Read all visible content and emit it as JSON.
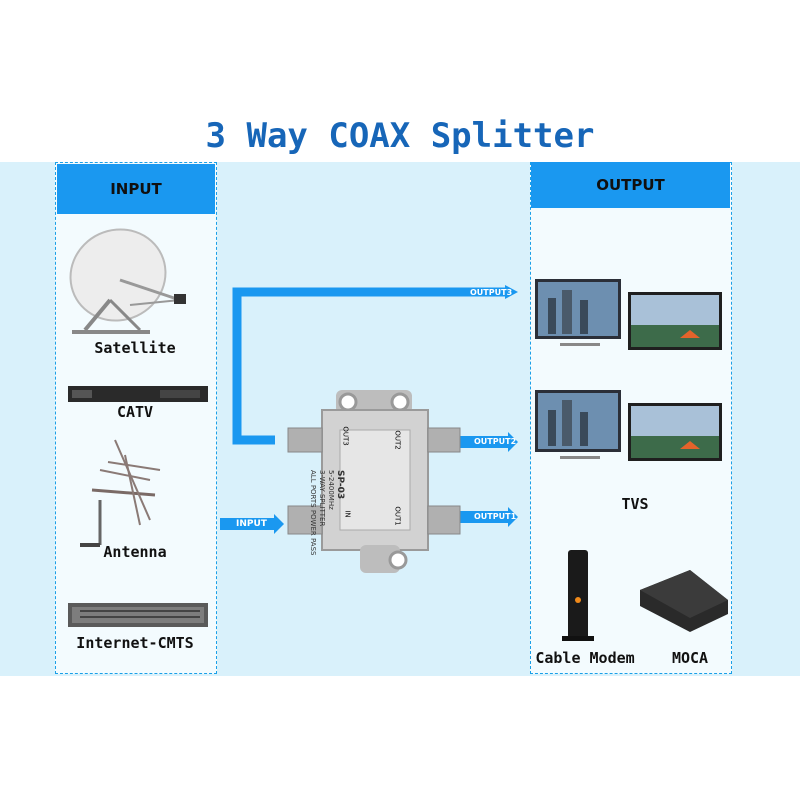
{
  "title": "3 Way COAX Splitter",
  "input_header": "INPUT",
  "output_header": "OUTPUT",
  "inputs": [
    "Satellite",
    "CATV",
    "Antenna",
    "Internet-CMTS"
  ],
  "outputs": {
    "tvs": "TVS",
    "modem": "Cable Modem",
    "moca": "MOCA"
  },
  "arrows": {
    "input": "INPUT",
    "output1": "OUTPUT1",
    "output2": "OUTPUT2",
    "output3": "OUTPUT3"
  },
  "splitter": {
    "model": "SP-03",
    "freq": "5-2400MHz",
    "desc1": "3-WAY SPLITTER",
    "desc2": "ALL PORTS POWER PASS",
    "port_in": "IN",
    "port_out1": "OUT1",
    "port_out2": "OUT2",
    "port_out3": "OUT3"
  }
}
